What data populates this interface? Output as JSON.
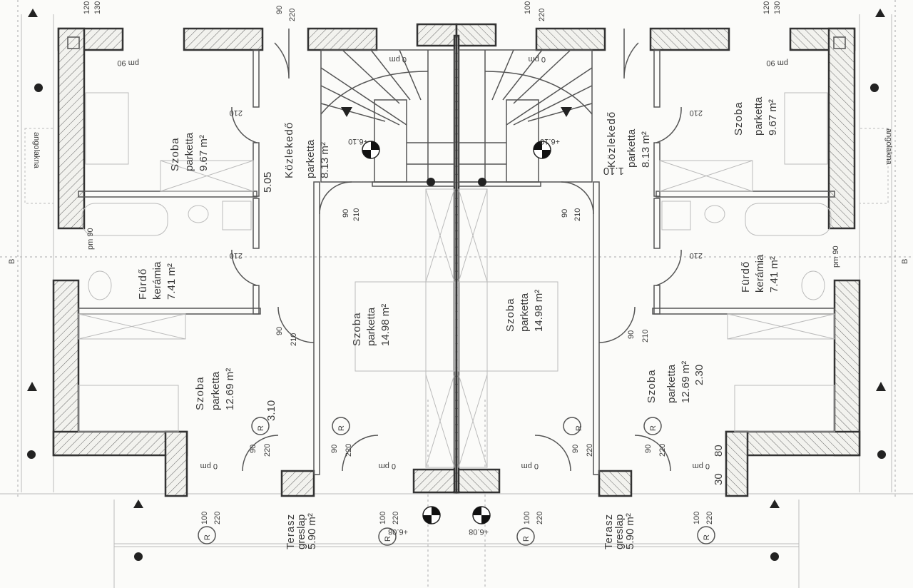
{
  "rooms": {
    "left": {
      "szoba_top": {
        "name": "Szoba",
        "floor": "parketta",
        "area": "9.67 m²"
      },
      "kozlekedo": {
        "name": "Közlekedő",
        "floor": "parketta",
        "area": "8.13 m²"
      },
      "furdo": {
        "name": "Fürdő",
        "floor": "kerámia",
        "area": "7.41 m²"
      },
      "szoba_bottom": {
        "name": "Szoba",
        "floor": "parketta",
        "area": "12.69 m²"
      },
      "szoba_center": {
        "name": "Szoba",
        "floor": "parketta",
        "area": "14.98 m²"
      },
      "terasz": {
        "name": "Terasz",
        "floor": "greslap",
        "area": "5.90 m²"
      }
    },
    "right": {
      "szoba_top": {
        "name": "Szoba",
        "floor": "parketta",
        "area": "9.67 m²"
      },
      "kozlekedo": {
        "name": "Közlekedő",
        "floor": "parketta",
        "area": "8.13 m²"
      },
      "furdo": {
        "name": "Fürdő",
        "floor": "kerámia",
        "area": "7.41 m²"
      },
      "szoba_bottom": {
        "name": "Szoba",
        "floor": "parketta",
        "area": "12.69 m²"
      },
      "szoba_center": {
        "name": "Szoba",
        "floor": "parketta",
        "area": "14.98 m²"
      },
      "terasz": {
        "name": "Terasz",
        "floor": "greslap",
        "area": "5.90 m²"
      }
    }
  },
  "dimensions": {
    "d505": "5.05",
    "d310": "3.10",
    "d110": "1.10",
    "d230": "2.30",
    "d80": "80",
    "d30": "30",
    "door_w90": "90",
    "door_h210": "210",
    "door_h220": "220",
    "win_100": "100",
    "win_120": "120",
    "win_130": "130",
    "pm90": "pm 90",
    "pm0": "0 pm",
    "pm90b": "pm 90"
  },
  "levels": {
    "upper": "+6.10",
    "lower": "+6.08"
  },
  "markers": {
    "radiator": "R",
    "angolakna": "angolakna",
    "section": "B"
  }
}
